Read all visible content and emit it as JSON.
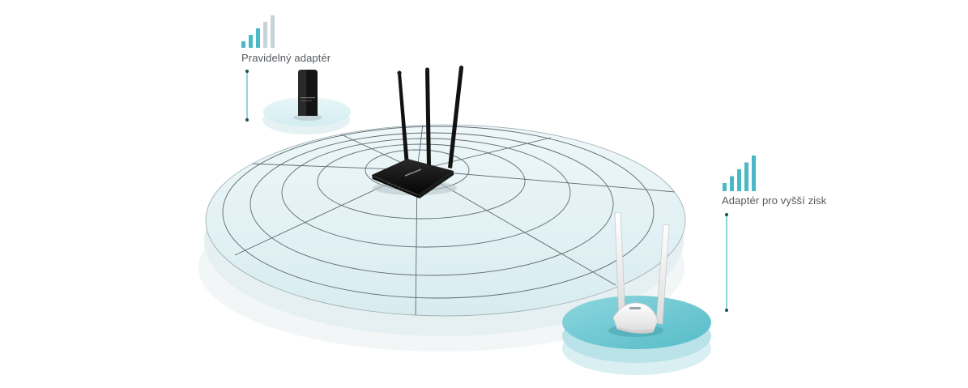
{
  "labels": {
    "regular_adapter": "Pravidelný adaptér",
    "high_gain_adapter": "Adaptér pro vyšší zisk"
  },
  "signal_indicators": {
    "regular_adapter": {
      "active_bars": 3,
      "total_bars": 5
    },
    "high_gain_adapter": {
      "active_bars": 5,
      "total_bars": 5
    }
  },
  "devices": {
    "router": {
      "icon": "router-three-antenna-icon",
      "color": "#111111"
    },
    "regular_adapter": {
      "icon": "usb-nano-adapter-icon",
      "color": "#121212"
    },
    "high_gain_adapter": {
      "icon": "usb-dual-antenna-adapter-icon",
      "color": "#f4f4f4"
    }
  },
  "colors": {
    "accent": "#4ab8c6",
    "inactive_bar": "#c8d3d8",
    "coverage_disc": "#e6f4f7",
    "regular_base": "#dbeff3",
    "high_gain_base": "#6cc9d3"
  }
}
